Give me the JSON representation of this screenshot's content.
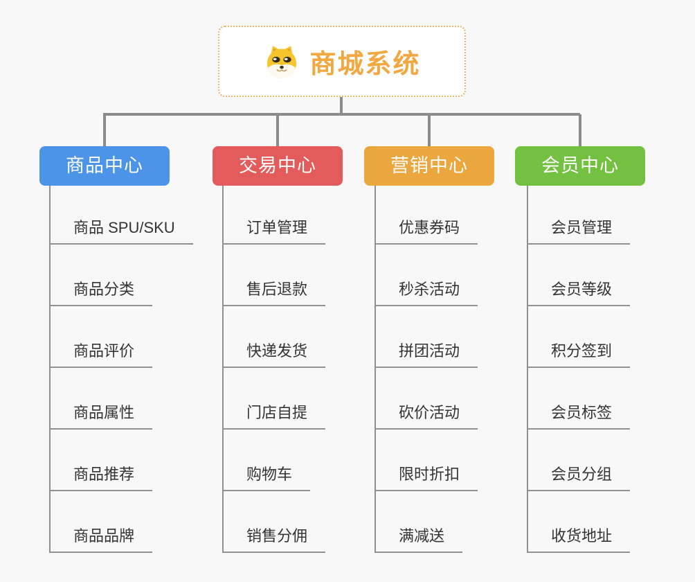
{
  "root": {
    "title": "商城系统",
    "icon": "dog-face-icon",
    "accent_color": "#F2A841",
    "border_color": "#F2B266"
  },
  "connector_colors": {
    "primary": "#8B8B8B",
    "secondary": "#919191"
  },
  "branches": [
    {
      "label": "商品中心",
      "color": "#4C94E8",
      "children": [
        "商品 SPU/SKU",
        "商品分类",
        "商品评价",
        "商品属性",
        "商品推荐",
        "商品品牌"
      ]
    },
    {
      "label": "交易中心",
      "color": "#E45B5B",
      "children": [
        "订单管理",
        "售后退款",
        "快递发货",
        "门店自提",
        "购物车",
        "销售分佣"
      ]
    },
    {
      "label": "营销中心",
      "color": "#EBA73E",
      "children": [
        "优惠券码",
        "秒杀活动",
        "拼团活动",
        "砍价活动",
        "限时折扣",
        "满减送"
      ]
    },
    {
      "label": "会员中心",
      "color": "#74C040",
      "children": [
        "会员管理",
        "会员等级",
        "积分签到",
        "会员标签",
        "会员分组",
        "收货地址"
      ]
    }
  ]
}
